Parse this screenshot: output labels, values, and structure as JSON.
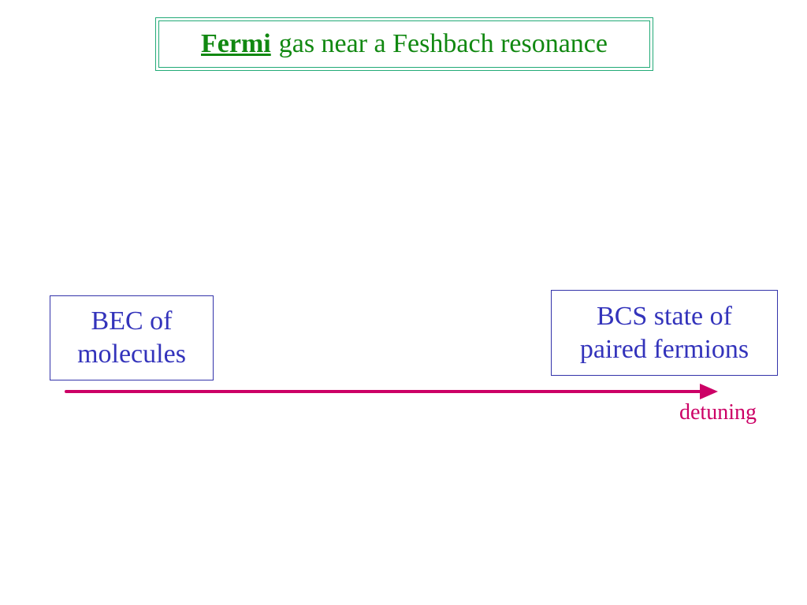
{
  "title": {
    "emphasis": "Fermi",
    "rest": "gas near a Feshbach resonance"
  },
  "left_box": {
    "line1": "BEC of",
    "line2": "molecules"
  },
  "right_box": {
    "line1": "BCS state of",
    "line2": "paired fermions"
  },
  "axis": {
    "label": "detuning",
    "color": "#cc0066"
  },
  "colors": {
    "title_text": "#118811",
    "title_border": "#22aa77",
    "box_text": "#3333bb",
    "box_border": "#3333aa"
  }
}
